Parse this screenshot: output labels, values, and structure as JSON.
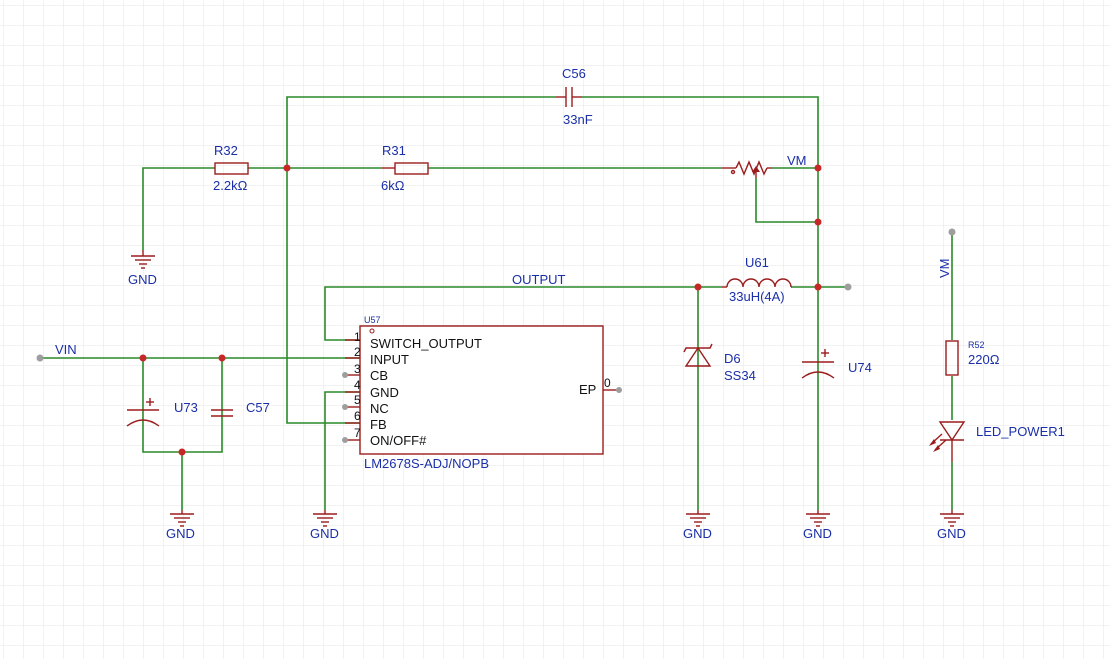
{
  "schematic": {
    "net_labels": {
      "vin": "VIN",
      "output": "OUTPUT",
      "vm_top": "VM",
      "vm_led": "VM"
    },
    "ground_label": "GND",
    "components": {
      "c56": {
        "ref": "C56",
        "value": "33nF"
      },
      "r32": {
        "ref": "R32",
        "value": "2.2kΩ"
      },
      "r31": {
        "ref": "R31",
        "value": "6kΩ"
      },
      "u61": {
        "ref": "U61",
        "value": "33uH(4A)"
      },
      "d6": {
        "ref": "D6",
        "value": "SS34"
      },
      "u74": {
        "ref": "U74"
      },
      "u73": {
        "ref": "U73"
      },
      "c57": {
        "ref": "C57"
      },
      "r52": {
        "ref": "R52",
        "value": "220Ω"
      },
      "led": {
        "ref": "LED_POWER1"
      },
      "u57": {
        "ref": "U57",
        "part": "LM2678S-ADJ/NOPB",
        "pins": [
          {
            "num": "1",
            "name": "SWITCH_OUTPUT"
          },
          {
            "num": "2",
            "name": "INPUT"
          },
          {
            "num": "3",
            "name": "CB"
          },
          {
            "num": "4",
            "name": "GND"
          },
          {
            "num": "5",
            "name": "NC"
          },
          {
            "num": "6",
            "name": "FB"
          },
          {
            "num": "7",
            "name": "ON/OFF#"
          }
        ],
        "ep_pin": {
          "num": "0",
          "name": "EP"
        }
      }
    }
  }
}
